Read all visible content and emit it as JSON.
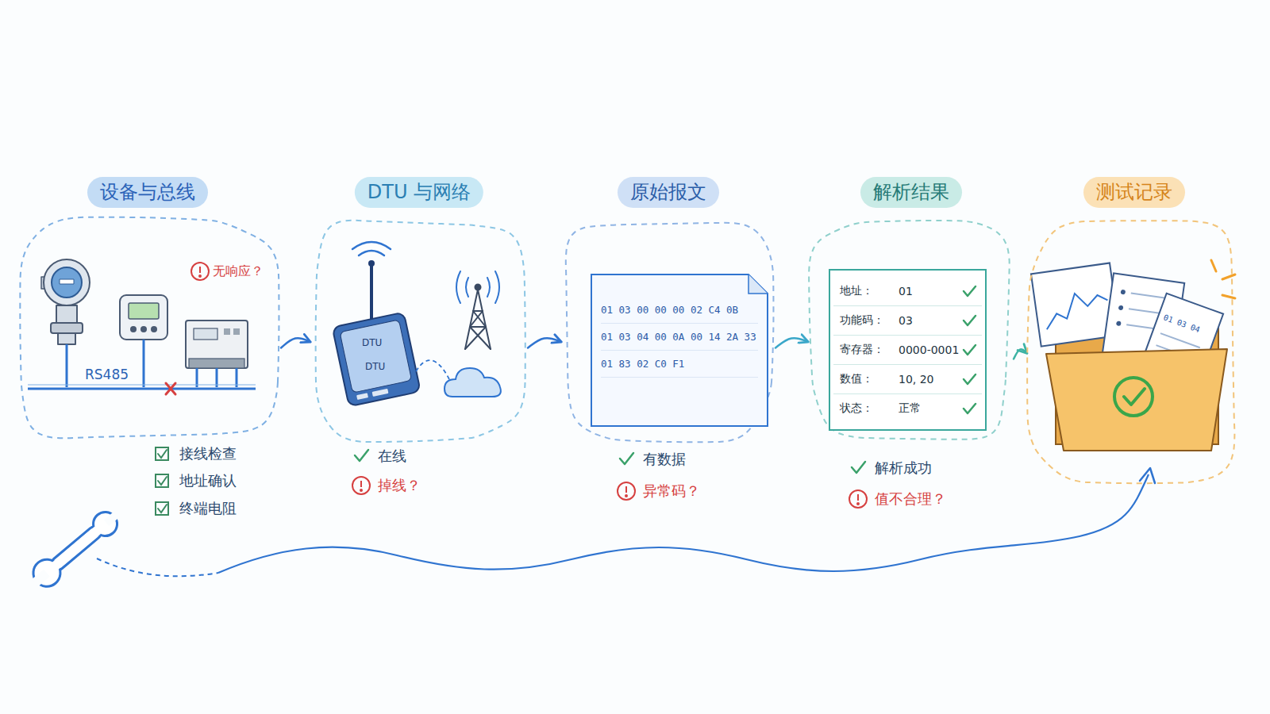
{
  "diagram": {
    "nodes": [
      {
        "text": [
          "设备与总线"
        ]
      },
      {
        "text": [
          "DTU 与网络"
        ]
      },
      {
        "text": [
          "原始报文"
        ]
      },
      {
        "text": [
          "01 03 00 00 00 02 C4 0B",
          "01 03 04 00 0A 00 14 2A 33",
          "01 83 02 C0 F1"
        ],
        "in": 2
      },
      {
        "text": [
          "解析结果"
        ]
      },
      {
        "text": [
          "地址：",
          "01",
          "功能码：",
          "03",
          "寄存器：",
          "0000-0001",
          "数值：",
          "10, 20",
          "状态：",
          "正常"
        ],
        "in": 4
      },
      {
        "text": [
          "测试记录"
        ]
      }
    ],
    "edges": [
      {
        "from": 0,
        "to": 1,
        "arrow": "to"
      },
      {
        "from": 1,
        "to": 2,
        "arrow": "to"
      },
      {
        "from": 2,
        "to": 4,
        "arrow": "to"
      },
      {
        "from": 4,
        "to": 6,
        "arrow": "to"
      }
    ],
    "labels": [
      "无响应？",
      "RS485",
      "接线检查",
      "地址确认",
      "终端电阻",
      "DTU",
      "DTU",
      "在线",
      "掉线？",
      "有数据",
      "异常码？",
      "解析成功",
      "值不合理？",
      "01 03 04"
    ]
  }
}
